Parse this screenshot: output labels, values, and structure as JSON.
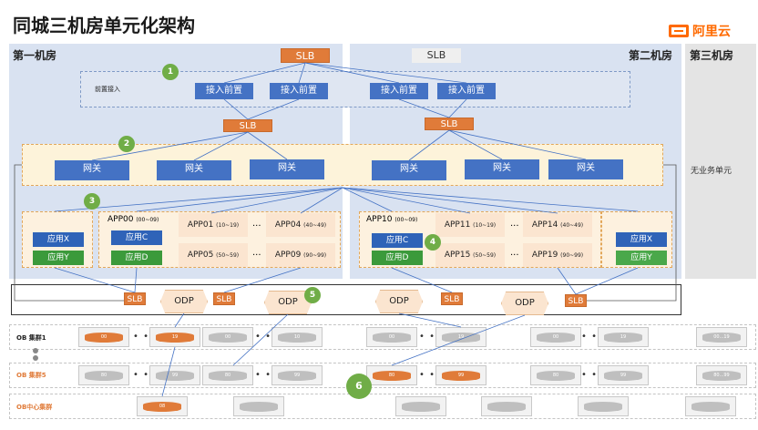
{
  "title": "同城三机房单元化架构",
  "logo": "阿里云",
  "rooms": {
    "room1": "第一机房",
    "room2": "第二机房",
    "room3": "第三机房"
  },
  "slb": "SLB",
  "front_label": "前置接入",
  "front": [
    "接入前置",
    "接入前置",
    "接入前置",
    "接入前置"
  ],
  "gateway": [
    "网关",
    "网关",
    "网关",
    "网关",
    "网关",
    "网关"
  ],
  "badges": [
    "1",
    "2",
    "3",
    "4",
    "5",
    "6"
  ],
  "apps": {
    "app00": "APP00",
    "app00r": "(00~09)",
    "app01": "APP01",
    "app01r": "(10~19)",
    "app04": "APP04",
    "app04r": "(40~49)",
    "app05": "APP05",
    "app05r": "(50~59)",
    "app09": "APP09",
    "app09r": "(90~99)",
    "app10": "APP10",
    "app10r": "(00~09)",
    "app11": "APP11",
    "app11r": "(10~19)",
    "app14": "APP14",
    "app14r": "(40~49)",
    "app15": "APP15",
    "app15r": "(50~59)",
    "app19": "APP19",
    "app19r": "(90~99)",
    "ellipsis": "..."
  },
  "pills": {
    "x": "应用X",
    "y": "应用Y",
    "c": "应用C",
    "d": "应用D"
  },
  "side_note": "无业务单元",
  "odp": "ODP",
  "ob": {
    "c1": "OB 集群1",
    "c5": "OB 集群5",
    "center": "OB中心集群",
    "dots": "• • •",
    "d00": "00",
    "d19": "19",
    "d10": "10",
    "d80": "80",
    "d99": "99",
    "d00_19": "00...19",
    "d80_99": "80...99",
    "d08": "08"
  },
  "colors": {
    "orange": "#e07b39",
    "blue": "#4472c4",
    "green": "#70ad47",
    "room": "#d9e2f1"
  }
}
